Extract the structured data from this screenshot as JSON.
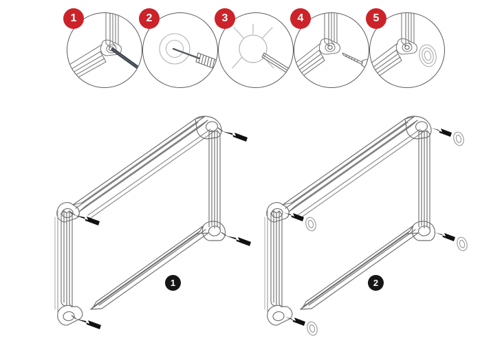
{
  "document": {
    "type": "assembly-instruction-diagram",
    "background_color": "#ffffff",
    "line_color": "#6e6e6e",
    "accent_color": "#cc2229",
    "badge_color": "#161616"
  },
  "detail_callouts": [
    {
      "number": "1",
      "description": "Frame corner joint with alignment rod inserted into corner hole",
      "icon": "corner-with-rod-icon"
    },
    {
      "number": "2",
      "description": "Screwdriver bit approaching circular fastener hole",
      "icon": "screwdriver-into-hole-icon"
    },
    {
      "number": "3",
      "description": "Tightening action shown by radiating burst lines around hole",
      "icon": "tighten-burst-icon"
    },
    {
      "number": "4",
      "description": "Screw driven into frame corner tab from the side",
      "icon": "corner-with-screw-icon"
    },
    {
      "number": "5",
      "description": "Completed corner with washer grommet seated beside tab",
      "icon": "corner-with-washer-icon"
    }
  ],
  "figures": [
    {
      "number": "1",
      "description": "Isometric extruded rectangular frame with four corner mounting tabs, arrows indicating screw insertion points",
      "corner_marker": "arrow",
      "corner_count": 4
    },
    {
      "number": "2",
      "description": "Same isometric frame with washer grommets positioned at each of the four corner mounting tabs",
      "corner_marker": "washer",
      "corner_count": 4
    }
  ]
}
